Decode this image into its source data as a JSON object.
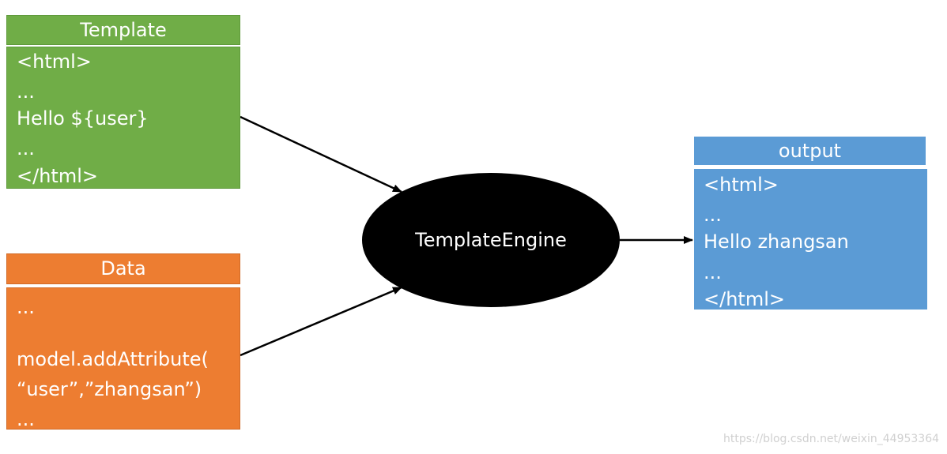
{
  "template": {
    "title": "Template",
    "lines": [
      "<html>",
      "...",
      "Hello ${user}",
      "...",
      "</html>"
    ],
    "color": "#70ad47"
  },
  "data_box": {
    "title": "Data",
    "lines": [
      "...",
      "model.addAttribute(",
      "“user”,”zhangsan”)",
      "..."
    ],
    "color": "#ed7d31"
  },
  "engine": {
    "label": "TemplateEngine",
    "color": "#000000"
  },
  "output": {
    "title": "output",
    "lines": [
      "<html>",
      "...",
      "Hello zhangsan",
      "...",
      "</html>"
    ],
    "color": "#5b9bd5"
  },
  "watermark": "https://blog.csdn.net/weixin_44953364"
}
